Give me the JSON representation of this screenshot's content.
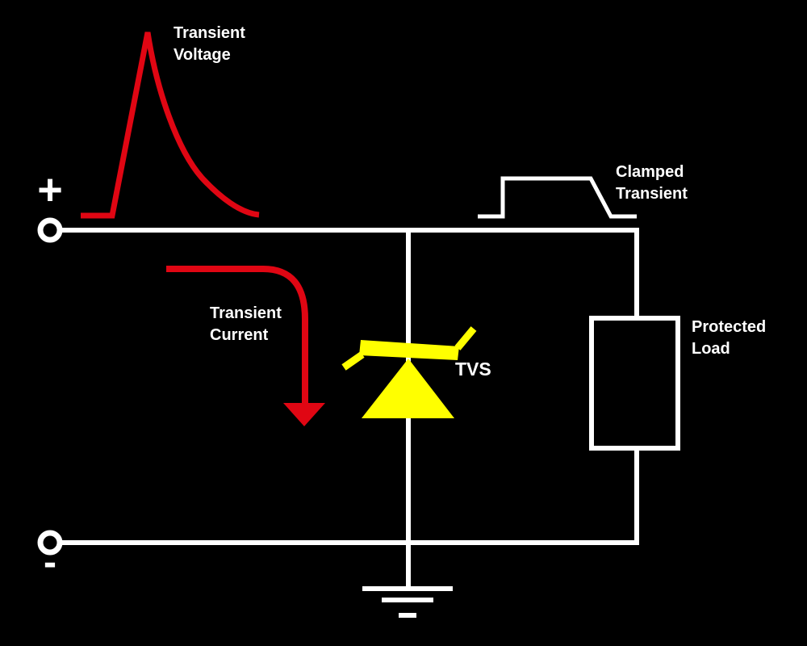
{
  "diagram": {
    "description": "TVS diode transient voltage suppression circuit schematic",
    "labels": {
      "transient_voltage": "Transient\nVoltage",
      "transient_current": "Transient\nCurrent",
      "tvs": "TVS",
      "clamped_transient": "Clamped\nTransient",
      "protected_load": "Protected\nLoad",
      "positive_terminal": "+",
      "negative_terminal": "-"
    },
    "colors": {
      "background": "#000000",
      "wire": "#ffffff",
      "text": "#ffffff",
      "transient": "#e00613",
      "tvs_symbol": "#ffff00"
    }
  }
}
